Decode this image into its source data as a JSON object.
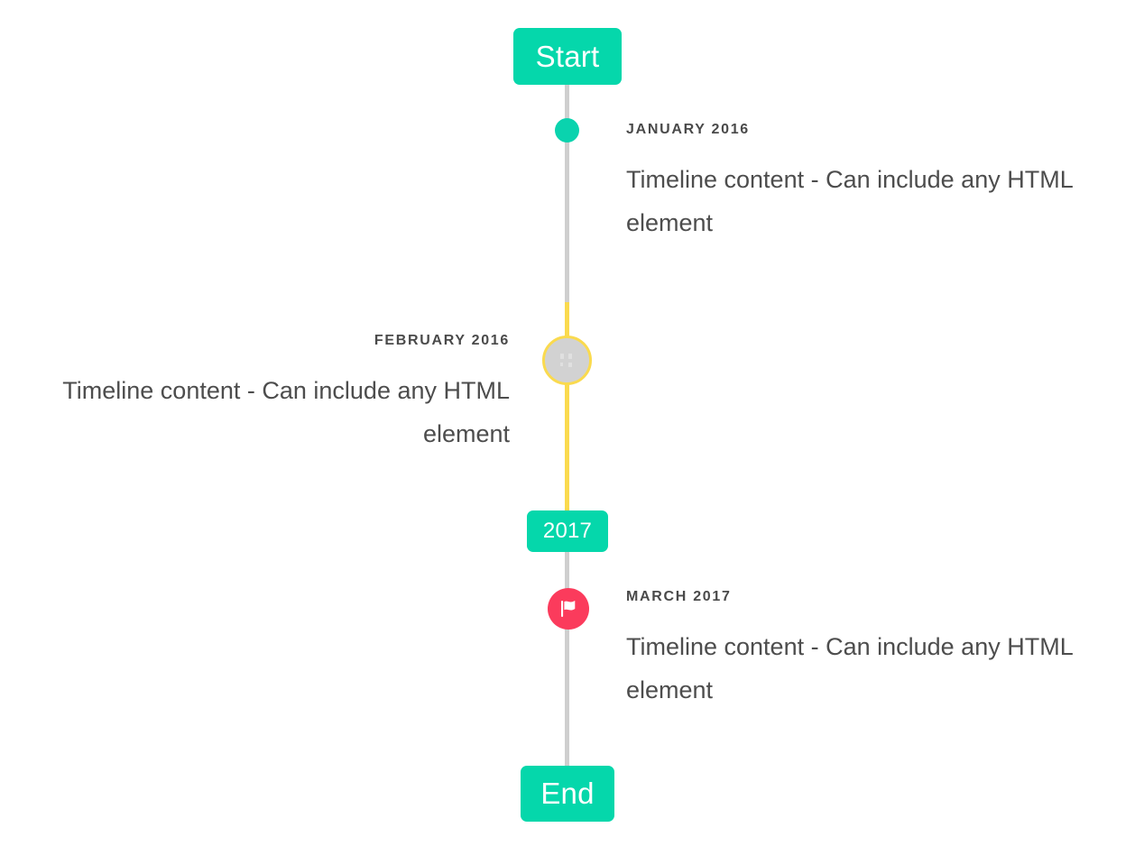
{
  "timeline": {
    "axis": {
      "gray_color": "#cfcfcf",
      "highlight_color": "#fada4e",
      "accent_color": "#05d7ab",
      "marker_pink": "#fb3b5c",
      "marker_gray": "#d2d2d2"
    },
    "caps": {
      "start_label": "Start",
      "middle_label": "2017",
      "end_label": "End"
    },
    "entries": [
      {
        "date": "January 2016",
        "content": "Timeline content - Can include any HTML element",
        "side": "right",
        "marker": "dot-teal"
      },
      {
        "date": "February 2016",
        "content": "Timeline content - Can include any HTML element",
        "side": "left",
        "marker": "ring-placeholder"
      },
      {
        "date": "March 2017",
        "content": "Timeline content - Can include any HTML element",
        "side": "right",
        "marker": "flag-icon"
      }
    ]
  }
}
